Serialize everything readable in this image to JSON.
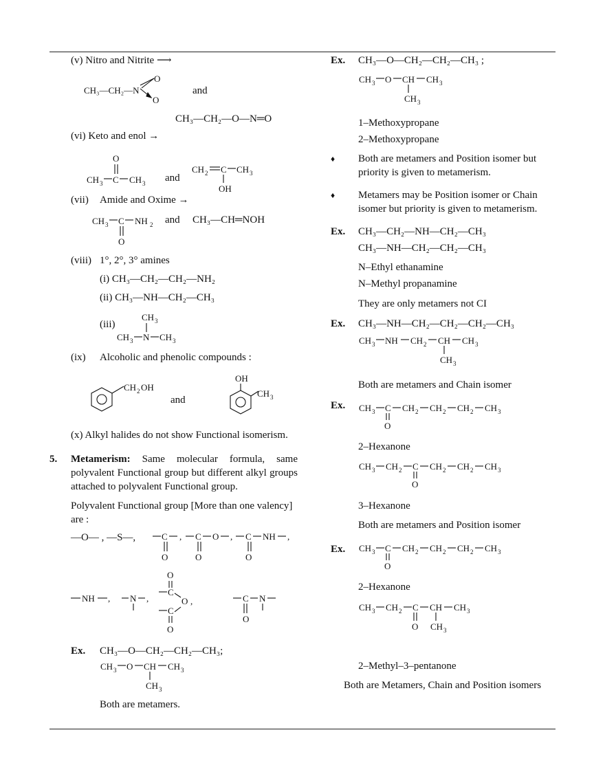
{
  "left": {
    "v_label": "(v) Nitro and Nitrite ⟶",
    "v_f1": "CH₃—CH₂—N",
    "v_o": "O",
    "v_and": "and",
    "v_f2": "CH₃—CH₂—O—N═O",
    "vi_label": "(vi) Keto and enol →",
    "vi_and": "and",
    "vii_num": "(vii)",
    "vii_label": "Amide and Oxime →",
    "vii_and": "and",
    "vii_f2": "CH₃—CH═NOH",
    "viii_num": "(viii)",
    "viii_label": "1°, 2°, 3° amines",
    "viii_i": "(i) CH₃—CH₂—CH₂—NH₂",
    "viii_ii": "(ii) CH₃—NH—CH₂—CH₃",
    "viii_iii": "(iii)",
    "ix_num": "(ix)",
    "ix_label": "Alcoholic and phenolic compounds :",
    "ix_and": "and",
    "x_label": "(x) Alkyl halides do not show Functional isomerism.",
    "five_num": "5.",
    "five_head": "Metamerism:",
    "five_text": " Same molecular formula, same polyvalent Functional group but different alkyl groups attached to polyvalent Functional group.",
    "poly_text": "Polyvalent Functional group [More than one valency] are :",
    "groups_row1": "—O— ,  —S—,",
    "ex_label": "Ex.",
    "ex_f1": "CH₃—O—CH₂—CH₂—CH₃;",
    "ex_note": "Both are metamers."
  },
  "right": {
    "ex1_label": "Ex.",
    "ex1_f1": "CH₃—O—CH₂—CH₂—CH₃ ;",
    "ex1_n1": "1–Methoxypropane",
    "ex1_n2": "2–Methoxypropane",
    "bullet1": "Both are metamers and Position isomer but priority is given to metamerism.",
    "bullet2": "Metamers may be Position isomer or Chain isomer but priority is given to metamerism.",
    "ex2_label": "Ex.",
    "ex2_f1": "CH₃—CH₂—NH—CH₂—CH₃",
    "ex2_f2": "CH₃—NH—CH₂—CH₂—CH₃",
    "ex2_n1": "N–Ethyl ethanamine",
    "ex2_n2": "N–Methyl propanamine",
    "ex2_note": "They are only metamers not CI",
    "ex3_label": "Ex.",
    "ex3_f1": "CH₃—NH—CH₂—CH₂—CH₂—CH₃",
    "ex3_note": "Both are metamers and Chain isomer",
    "ex4_label": "Ex.",
    "ex4_n1": "2–Hexanone",
    "ex4_n2": "3–Hexanone",
    "ex4_note": "Both are metamers and Position isomer",
    "ex5_label": "Ex.",
    "ex5_n1": "2–Hexanone",
    "ex5_n2": "2–Methyl–3–pentanone",
    "ex5_note": "Both are Metamers, Chain and Position isomers"
  },
  "bullet_glyph": "♦"
}
